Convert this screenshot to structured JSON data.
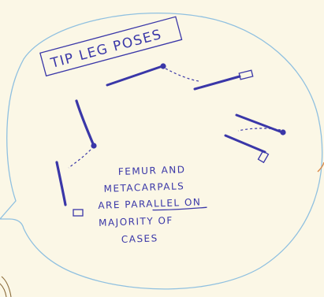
{
  "title": "TIP LEG POSES",
  "note": {
    "line1": "FEMUR AND",
    "line2": "METACARPALS",
    "line3_prefix": "ARE ",
    "line3_emphasis": "PARALLEL",
    "line3_suffix": " ON",
    "line4": "MAJORITY OF",
    "line5": "CASES"
  },
  "colors": {
    "paper": "#fbf7e6",
    "ink": "#3a37a8",
    "bubble": "#8fc0e0",
    "accent_orange": "#d98a4a",
    "accent_brown": "#8a6a3a"
  }
}
